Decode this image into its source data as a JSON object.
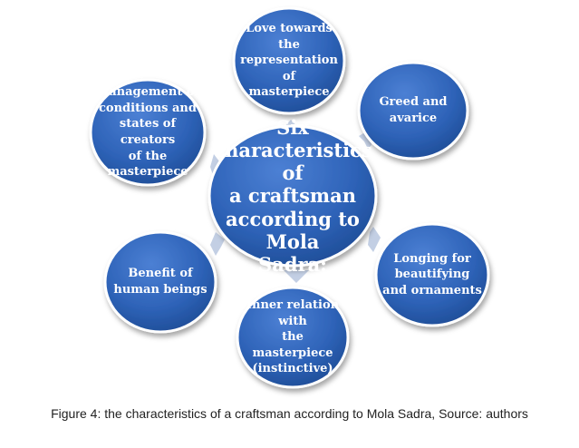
{
  "center": {
    "label": "Six\ncharacteristics of\na craftsman\naccording to Mola\nSadra:"
  },
  "nodes": [
    {
      "id": "love",
      "label": "Love towards the\nrepresentation of\nmasterpiece"
    },
    {
      "id": "greed",
      "label": "Greed and\navarice"
    },
    {
      "id": "longing",
      "label": "Longing for\nbeautifying\nand ornaments"
    },
    {
      "id": "inner",
      "label": "Inner relation with\nthe masterpiece\n(instinctive)"
    },
    {
      "id": "benefit",
      "label": "Benefit of\nhuman beings"
    },
    {
      "id": "management",
      "label": "Management of\nconditions and\nstates of creators\nof the masterpiece"
    }
  ],
  "caption": "Figure 4: the characteristics of a craftsman according to Mola Sadra, Source: authors",
  "colors": {
    "node_fill": "#2e63b8",
    "node_stroke": "#ffffff",
    "arrow": "#c3cfe4"
  }
}
